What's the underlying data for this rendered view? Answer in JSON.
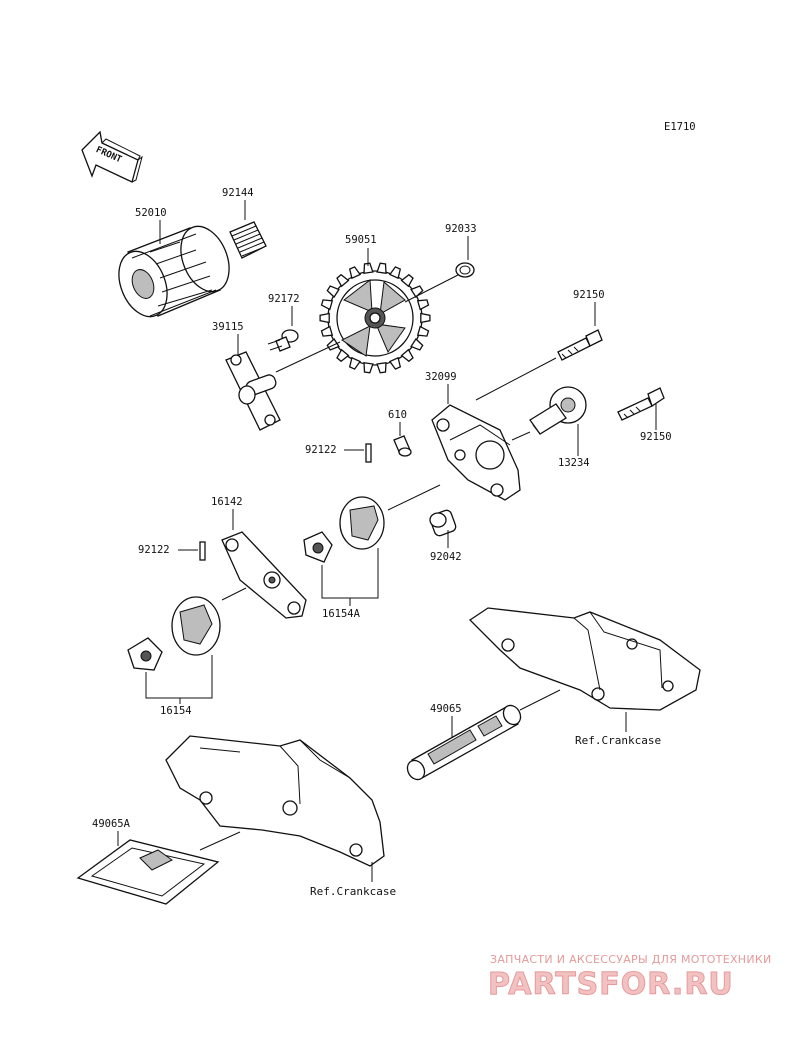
{
  "diagram_code": "E1710",
  "front_label": "FRONT",
  "parts": {
    "p52010": "52010",
    "p92144": "92144",
    "p59051": "59051",
    "p92033": "92033",
    "p92172": "92172",
    "p39115": "39115",
    "p92150a": "92150",
    "p32099": "32099",
    "p610": "610",
    "p92122a": "92122",
    "p13234": "13234",
    "p92150b": "92150",
    "p16142": "16142",
    "p92042": "92042",
    "p92122b": "92122",
    "p16154A": "16154A",
    "p16154": "16154",
    "p49065": "49065",
    "p49065A": "49065A"
  },
  "refs": {
    "crankcase_right": "Ref.Crankcase",
    "crankcase_left": "Ref.Crankcase"
  },
  "watermark": {
    "tagline": "ЗАПЧАСТИ И АКСЕССУАРЫ ДЛЯ МОТОТЕХНИКИ",
    "brand": "PARTSFOR.RU"
  }
}
